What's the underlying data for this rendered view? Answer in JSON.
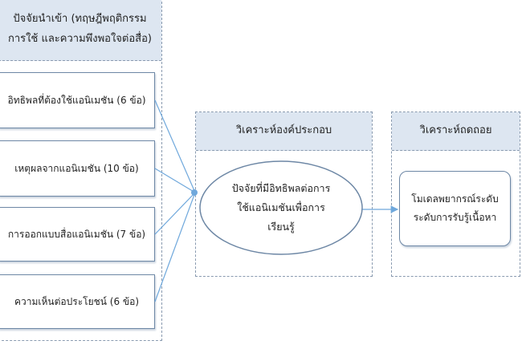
{
  "input_group": {
    "title_line1": "ปัจจัยนำเข้า (ทฤษฎีพฤติกรรม",
    "title_line2": "การใช้ และความพึงพอใจต่อสื่อ)",
    "items": [
      "อิทธิพลที่ต้องใช้แอนิเมชัน (6 ข้อ)",
      "เหตุผลจากแอนิเมชัน (10 ข้อ)",
      "การออกแบบสื่อแอนิเมชัน (7 ข้อ)",
      "ความเห็นต่อประโยชน์ (6 ข้อ)"
    ]
  },
  "factor_group": {
    "title": "วิเคราะห์องค์ประกอบ",
    "ellipse_line1": "ปัจจัยที่มีอิทธิพลต่อการ",
    "ellipse_line2": "ใช้แอนิเมชันเพื่อการ",
    "ellipse_line3": "เรียนรู้"
  },
  "regression_group": {
    "title": "วิเคราะห์ถดถอย",
    "box_line1": "โมเดลพยากรณ์ระดับ",
    "box_line2": "ระดับการรับรู้เนื้อหา"
  },
  "colors": {
    "arrow": "#6fa8dc",
    "header": "#dde6f1"
  }
}
